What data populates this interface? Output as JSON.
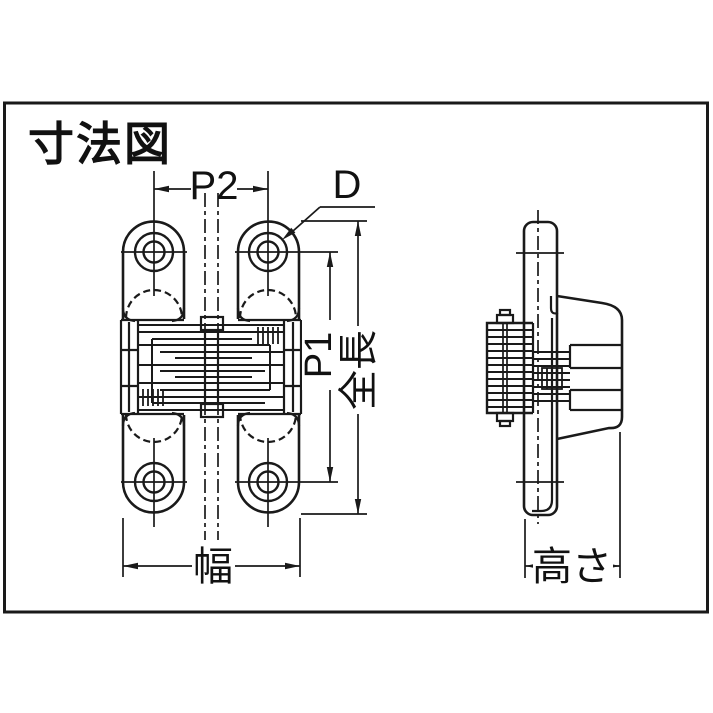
{
  "title": "寸法図",
  "colors": {
    "line": "#1a1a1a",
    "background": "#ffffff"
  },
  "front_view": {
    "label_p2": "P2",
    "label_d": "D",
    "label_p1": "P1",
    "label_total_length": "全長",
    "label_width": "幅"
  },
  "side_view": {
    "label_height": "高さ"
  }
}
